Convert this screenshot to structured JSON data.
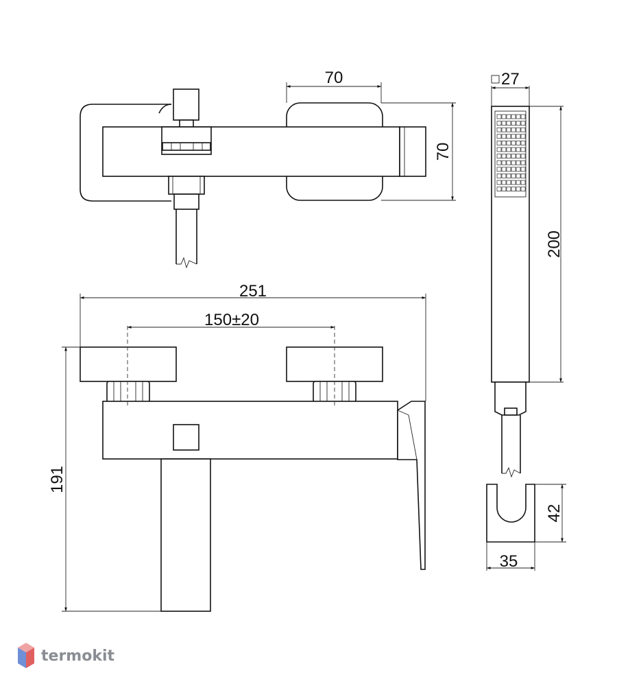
{
  "dimensions": {
    "top_width": "70",
    "top_depth": "70",
    "shower_square": "27",
    "length_total": "251",
    "centers": "150±20",
    "height_total": "191",
    "shower_length": "200",
    "holder_height": "42",
    "holder_width": "35"
  },
  "brand": {
    "name": "termokit",
    "logo_icon": "hexagon-cube-icon",
    "logo_colors": [
      "#f0a3a3",
      "#e06060",
      "#9bb5e6",
      "#6f8fd6"
    ]
  }
}
